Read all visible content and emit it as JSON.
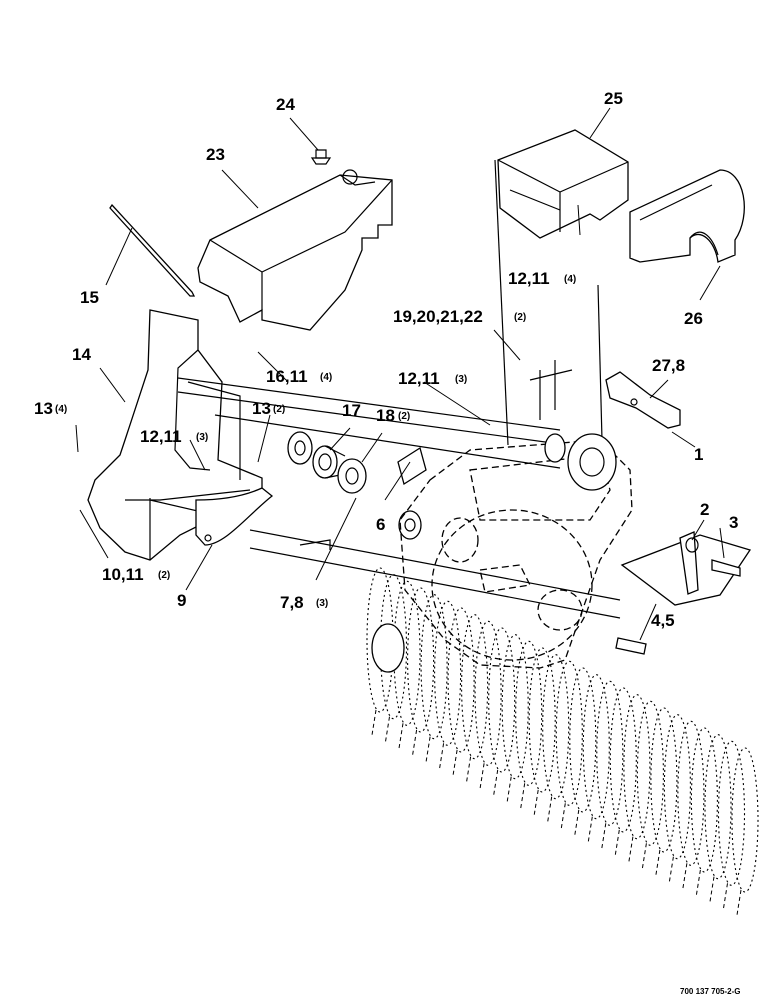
{
  "diagram": {
    "labels": [
      {
        "id": "c24",
        "text": "24"
      },
      {
        "id": "c25",
        "text": "25"
      },
      {
        "id": "c23",
        "text": "23"
      },
      {
        "id": "c15",
        "text": "15"
      },
      {
        "id": "c26",
        "text": "26"
      },
      {
        "id": "c12_11_top",
        "text": "12,11",
        "qty": "(4)"
      },
      {
        "id": "c19_22",
        "text": "19,20,21,22",
        "qty": "(2)"
      },
      {
        "id": "c14",
        "text": "14"
      },
      {
        "id": "c16_11",
        "text": "16,11",
        "qty": "(4)"
      },
      {
        "id": "c12_11_mid",
        "text": "12,11",
        "qty": "(3)"
      },
      {
        "id": "c27_8",
        "text": "27,8"
      },
      {
        "id": "c13_left",
        "text": "13",
        "qty": "(4)"
      },
      {
        "id": "c13_mid",
        "text": "13",
        "qty": "(2)"
      },
      {
        "id": "c17",
        "text": "17"
      },
      {
        "id": "c18",
        "text": "18",
        "qty": "(2)"
      },
      {
        "id": "c12_11_left",
        "text": "12,11",
        "qty": "(3)"
      },
      {
        "id": "c1",
        "text": "1"
      },
      {
        "id": "c6",
        "text": "6"
      },
      {
        "id": "c2",
        "text": "2"
      },
      {
        "id": "c3",
        "text": "3"
      },
      {
        "id": "c10_11",
        "text": "10,11",
        "qty": "(2)"
      },
      {
        "id": "c9",
        "text": "9"
      },
      {
        "id": "c7_8",
        "text": "7,8",
        "qty": "(3)"
      },
      {
        "id": "c4_5",
        "text": "4,5"
      }
    ],
    "drawing_number": "700 137 705-2-G"
  }
}
